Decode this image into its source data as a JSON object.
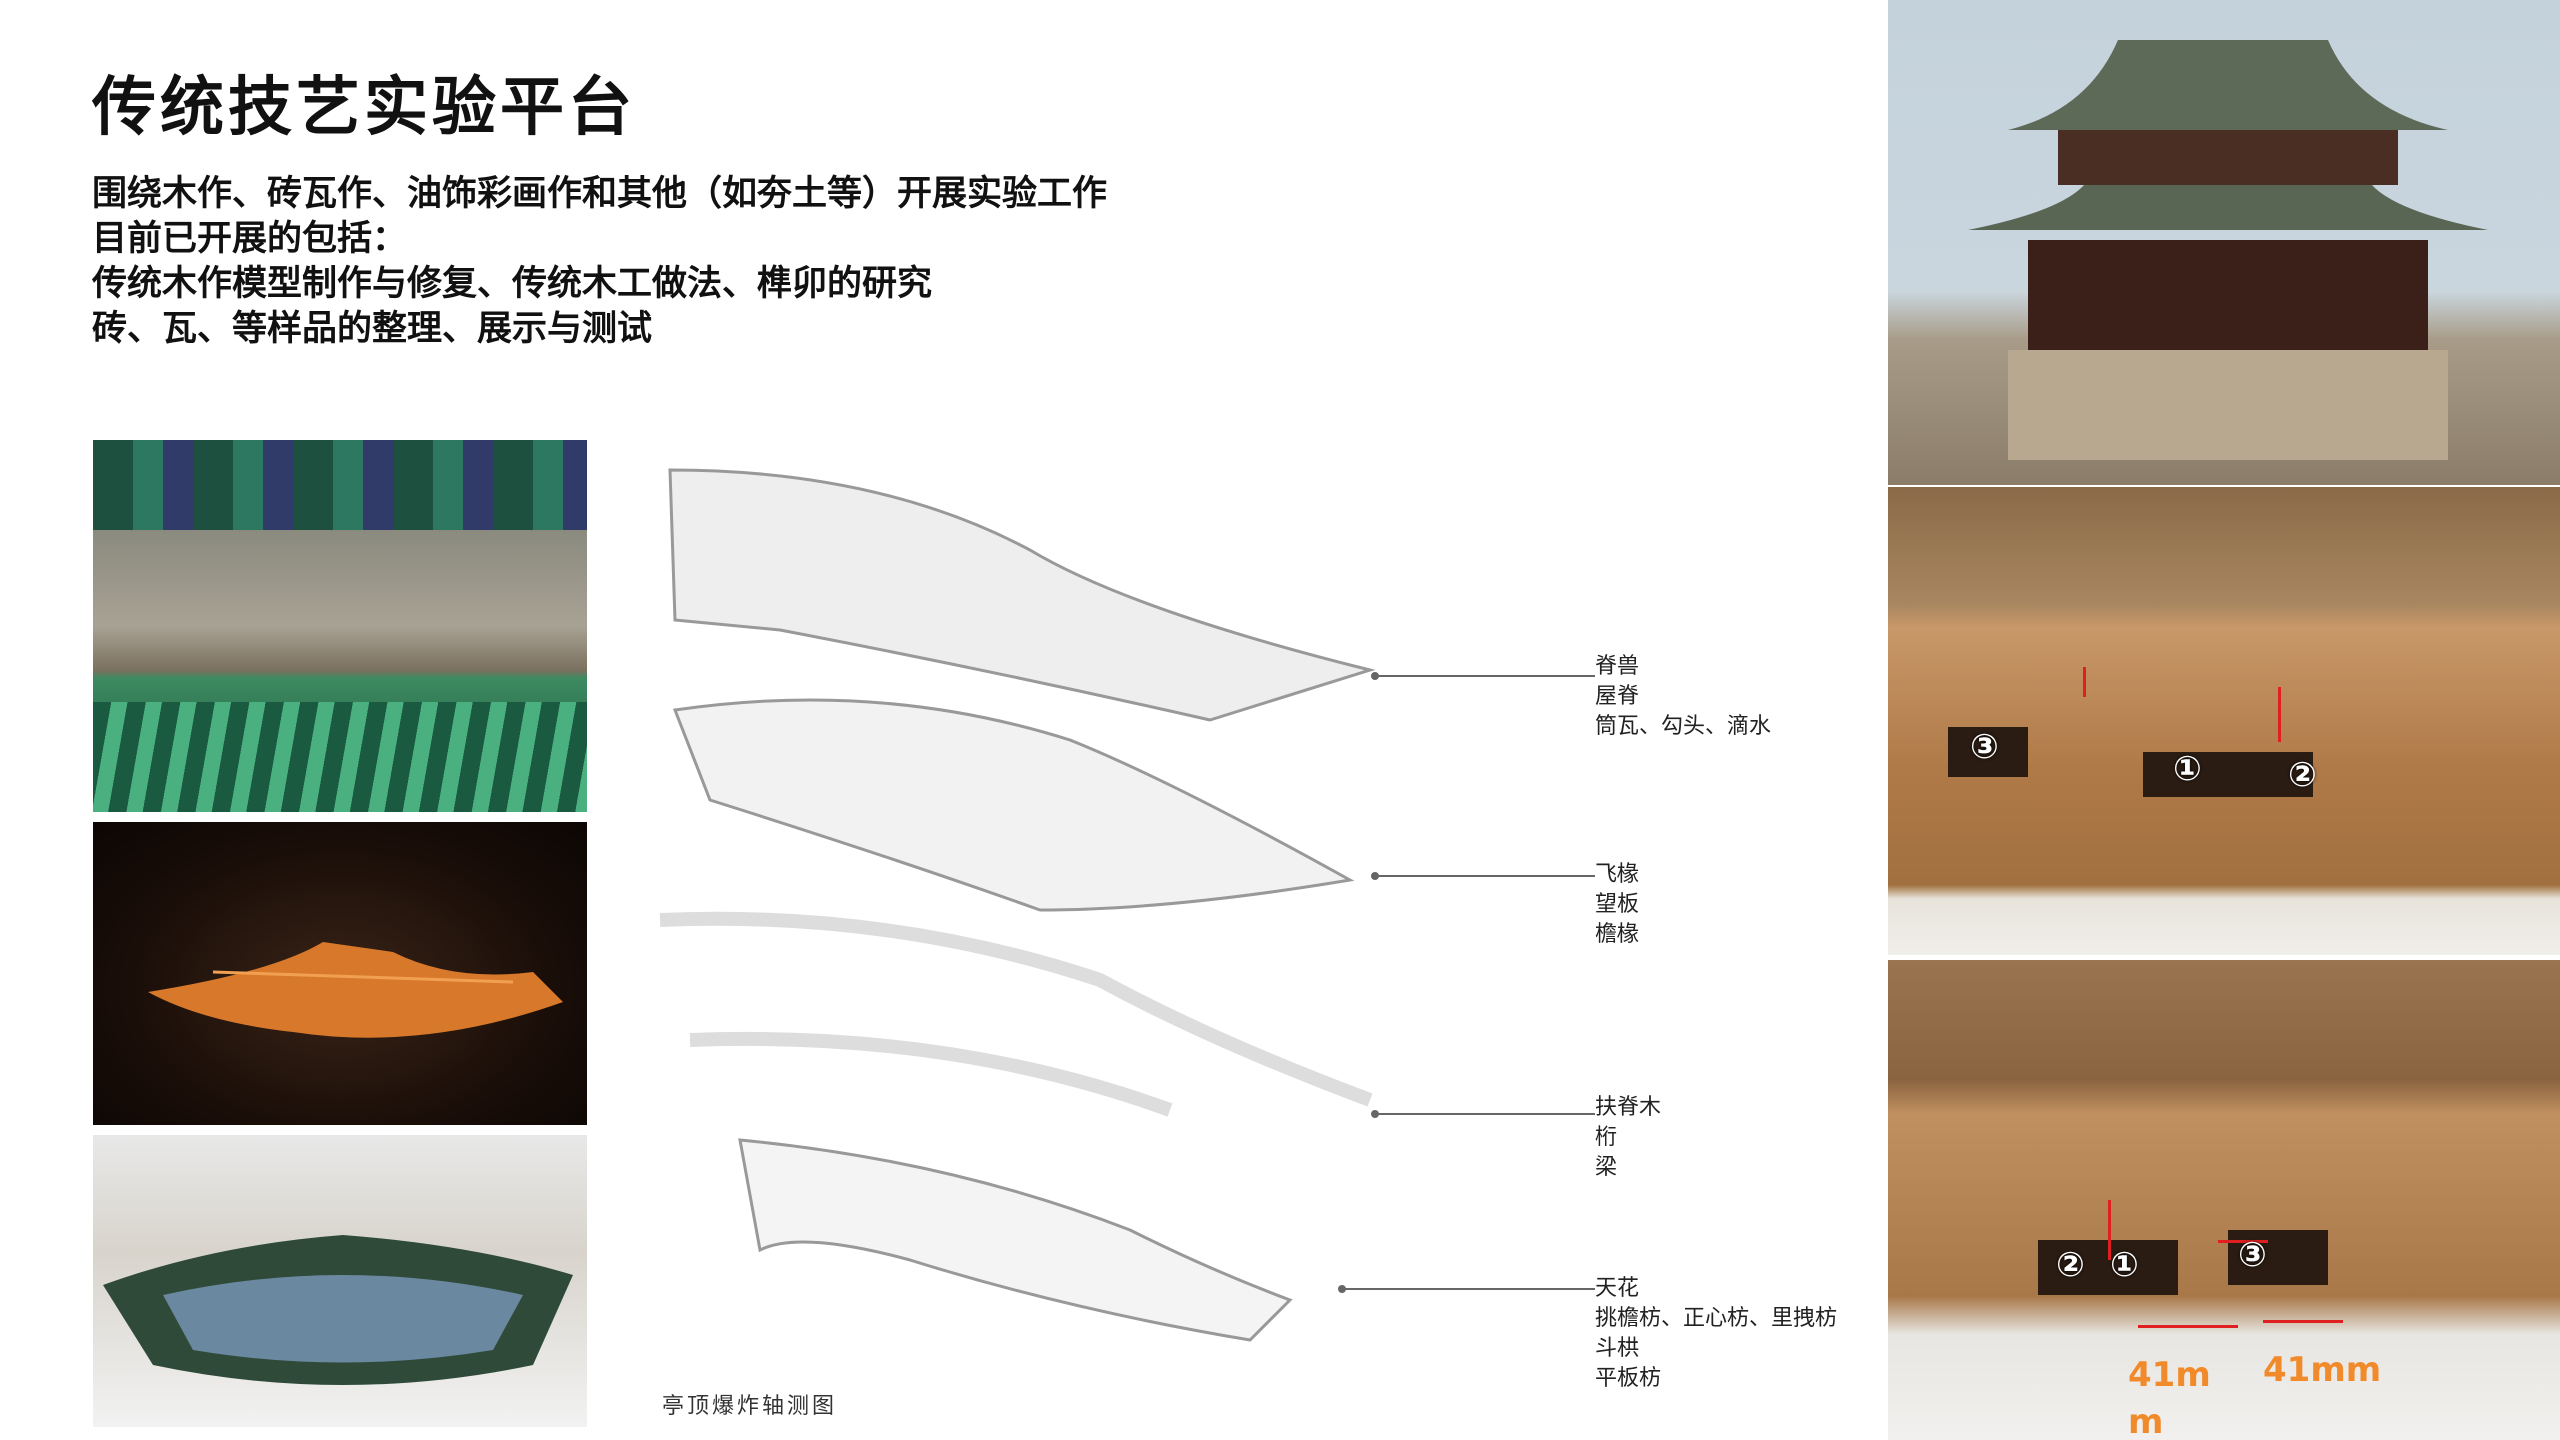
{
  "title": "传统技艺实验平台",
  "body_lines": [
    "围绕木作、砖瓦作、油饰彩画作和其他（如夯土等）开展实验工作",
    "目前已开展的包括：",
    "传统木作模型制作与修复、传统木工做法、榫卯的研究",
    "砖、瓦、等样品的整理、展示与测试"
  ],
  "diagram": {
    "caption": "亭顶爆炸轴测图",
    "label_groups": [
      [
        "脊兽",
        "屋脊",
        "筒瓦、勾头、滴水"
      ],
      [
        "飞椽",
        "望板",
        "檐椽"
      ],
      [
        "扶脊木",
        "桁",
        "梁"
      ],
      [
        "天花",
        "挑檐枋、正心枋、里拽枋",
        "斗栱",
        "平板枋"
      ]
    ]
  },
  "photo_annotations": {
    "joint_photo_1": [
      "③",
      "①",
      "②"
    ],
    "joint_photo_2": [
      "②",
      "①",
      "③"
    ],
    "measurements": [
      "41m",
      "m",
      "41mm"
    ]
  },
  "colors": {
    "annotation_orange": "#f08a2a",
    "annotation_red": "#e02020"
  }
}
